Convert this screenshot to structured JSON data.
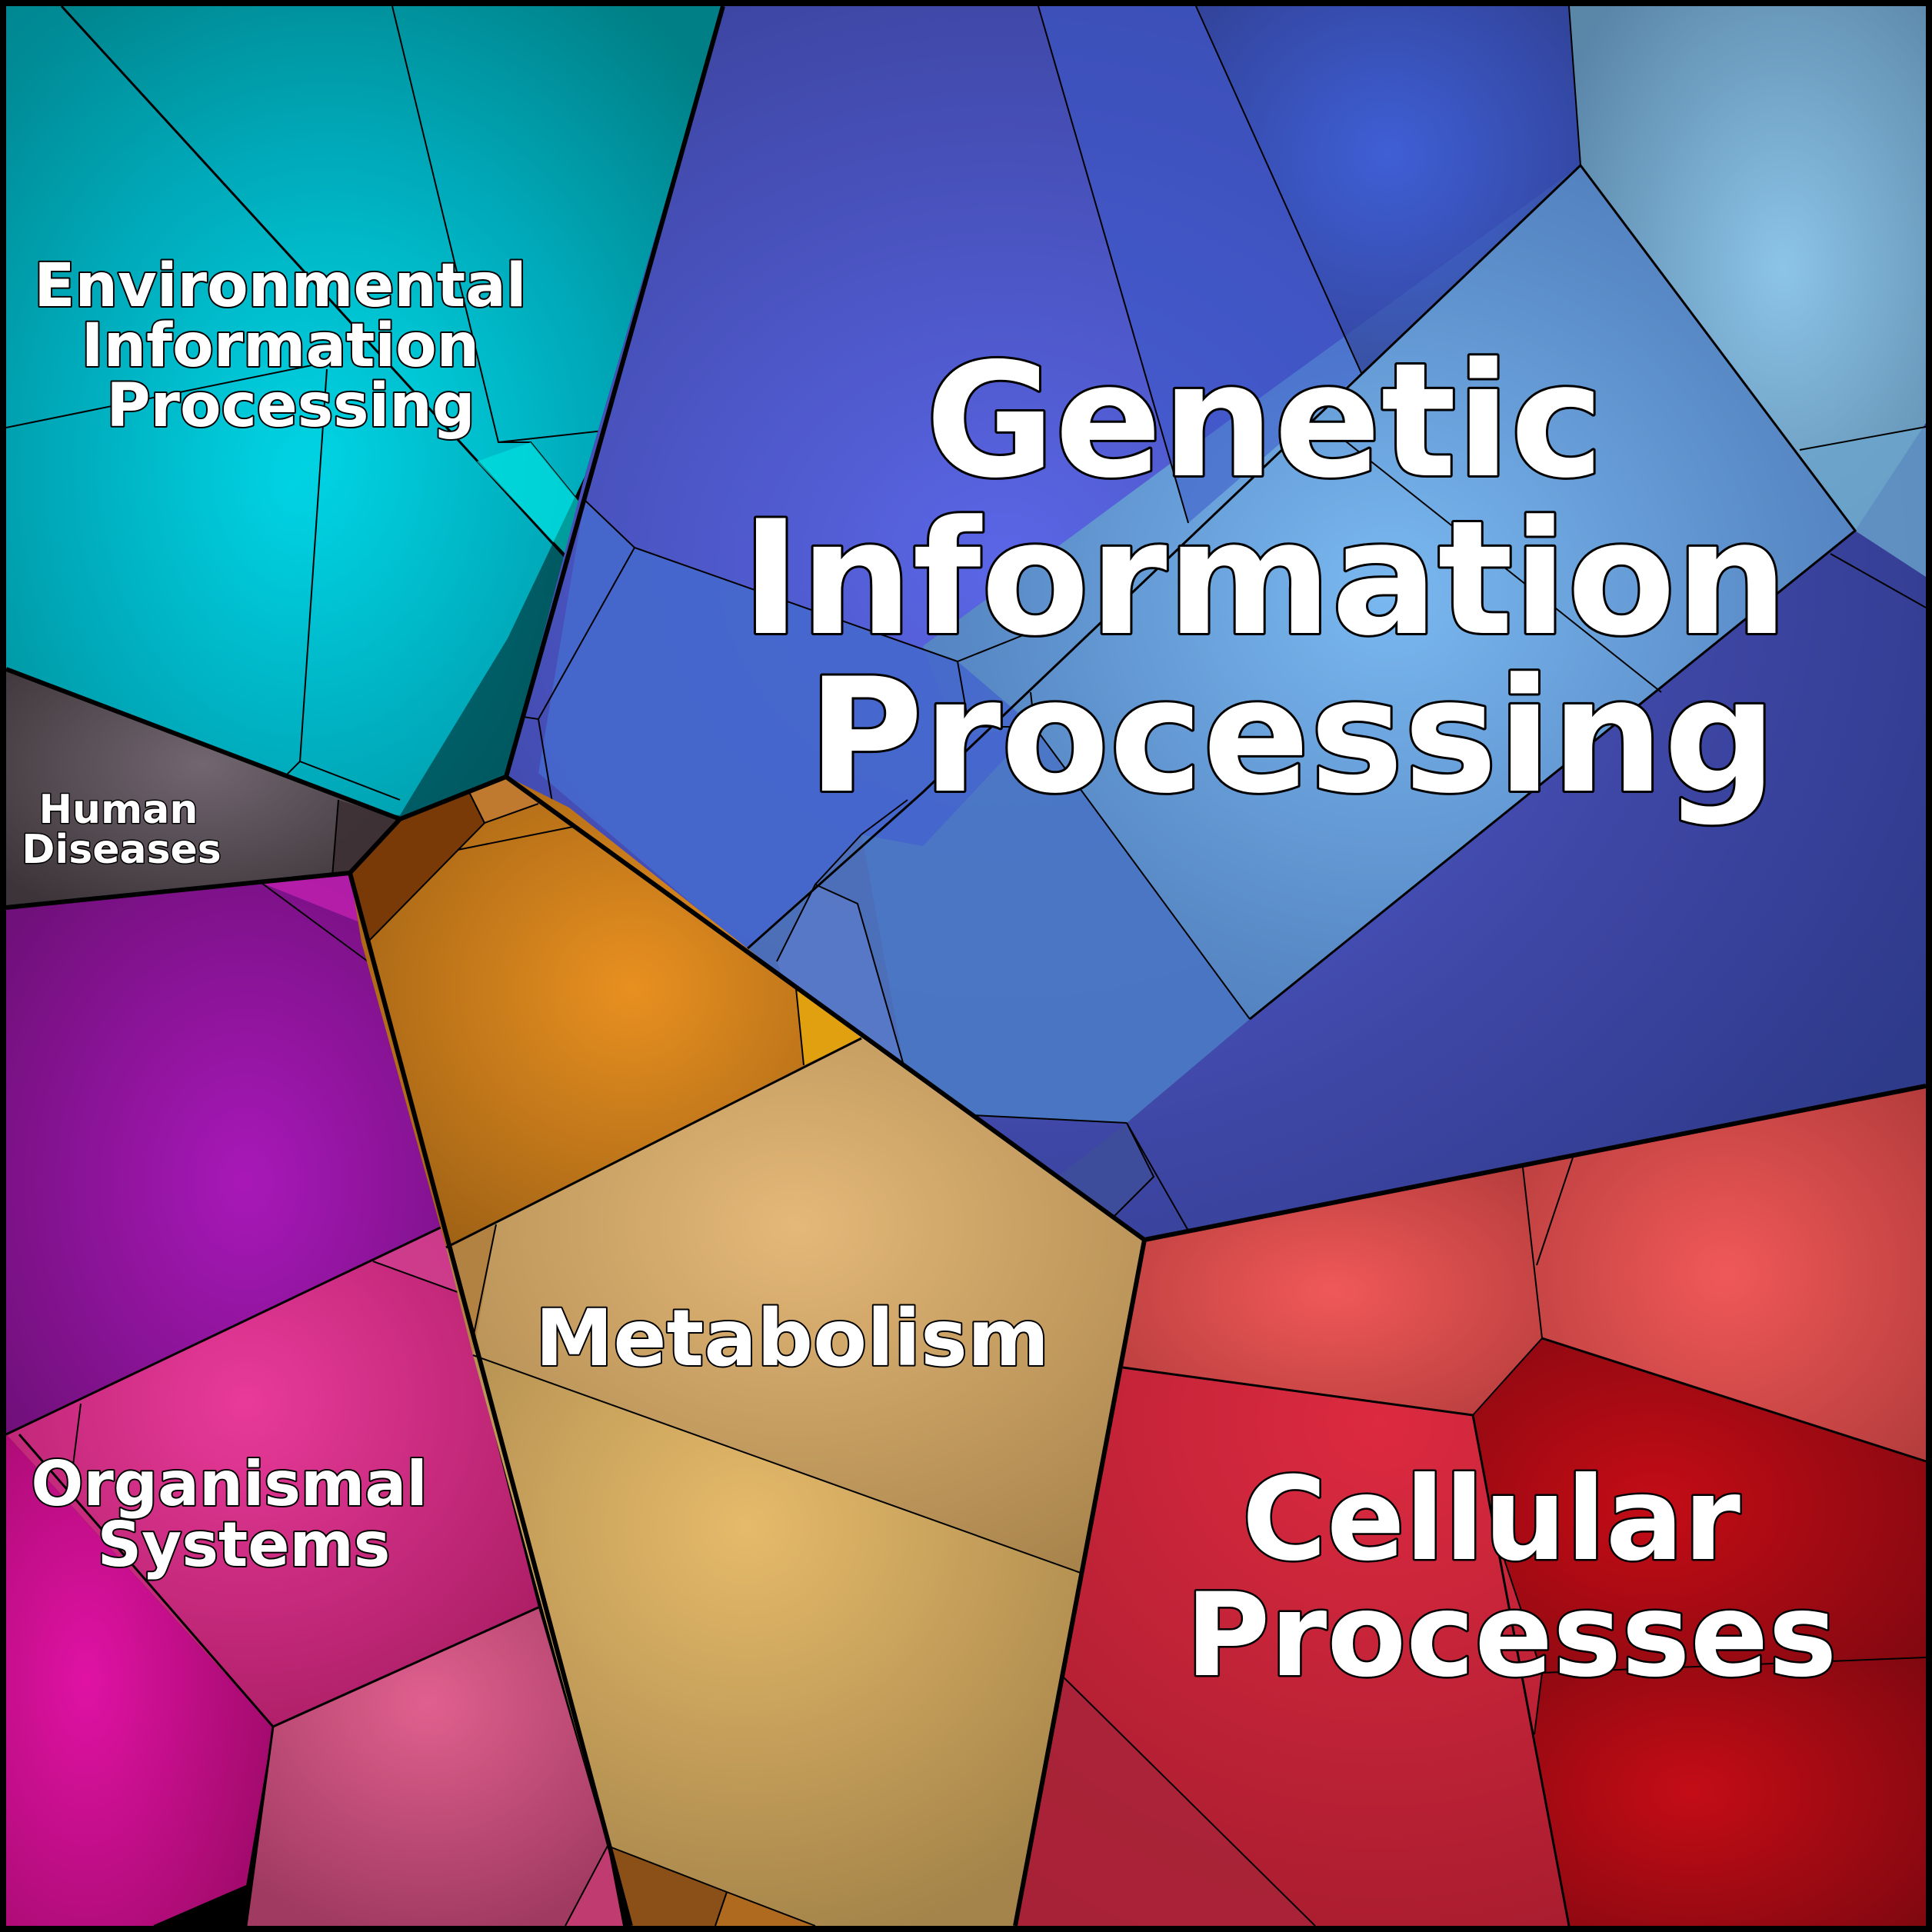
{
  "treemap": {
    "categories": [
      {
        "id": "environmental",
        "lines": [
          "Environmental",
          "Information",
          "Processing"
        ],
        "color": "#00c4d4"
      },
      {
        "id": "genetic",
        "lines": [
          "Genetic",
          "Information",
          "Processing"
        ],
        "color": "#4a5fd8"
      },
      {
        "id": "human",
        "lines": [
          "Human",
          "Diseases"
        ],
        "color": "#5a5055"
      },
      {
        "id": "organismal",
        "lines": [
          "Organismal",
          "Systems"
        ],
        "color": "#c0207a"
      },
      {
        "id": "metabolism",
        "lines": [
          "Metabolism"
        ],
        "color": "#d8aa60"
      },
      {
        "id": "cellular",
        "lines": [
          "Cellular",
          "Processes"
        ],
        "color": "#c8202e"
      }
    ]
  }
}
